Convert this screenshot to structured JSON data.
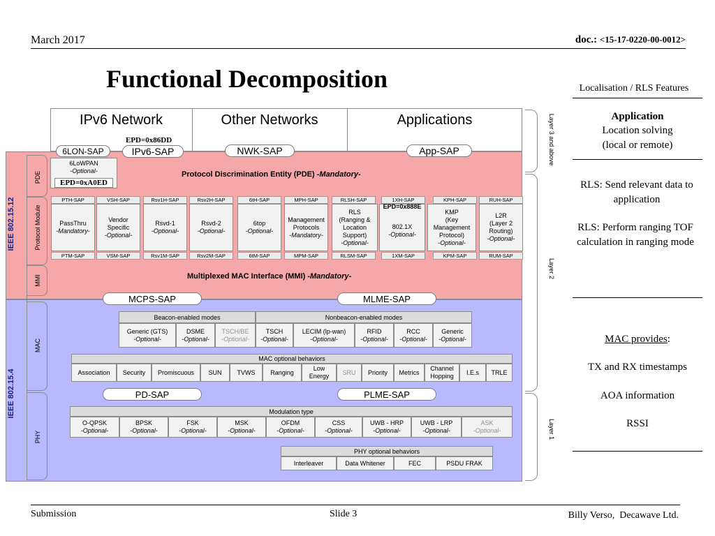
{
  "header": {
    "date": "March 2017",
    "doc_prefix": "doc.: ",
    "doc_number": "<15-17-0220-00-0012>"
  },
  "title": "Functional Decomposition",
  "footer": {
    "left": "Submission",
    "center": "Slide 3",
    "right": "Billy Verso,  Decawave Ltd."
  },
  "colors": {
    "upper_band": "#f6a7a7",
    "lower_band": "#b9b9ff",
    "cell": "#f2f2f2",
    "header_cell": "#dcdcdc"
  },
  "diagram": {
    "top_boxes": [
      "IPv6 Network",
      "Other Networks",
      "Applications"
    ],
    "epd_86dd": "EPD=0x86DD",
    "saps_top": {
      "lon": "6LON-SAP",
      "ipv6": "IPv6-SAP",
      "nwk": "NWK-SAP",
      "app": "App-SAP"
    },
    "sixlowpan": {
      "name": "6LoWPAN",
      "opt": "-Optional-"
    },
    "epd_a0ed": "EPD=0xA0ED",
    "pde": {
      "text": "Protocol Discrimination Entity (PDE) -",
      "mand": "Mandatory",
      "dash": "-"
    },
    "epd_888e": "EPD=0x888E",
    "upper_saps": [
      "PTH-SAP",
      "VSH-SAP",
      "Rsv1H-SAP",
      "Rsv2H-SAP",
      "6tH-SAP",
      "MPH-SAP",
      "RLSH-SAP",
      "1XH-SAP",
      "KPH-SAP",
      "RUH-SAP"
    ],
    "modules": [
      {
        "l1": "PassThru",
        "l2": "-Mandatory-"
      },
      {
        "l1": "Vendor",
        "l2": "Specific",
        "l3": "-Optional-"
      },
      {
        "l1": "Rsvd-1",
        "l2": "-Optional-"
      },
      {
        "l1": "Rsvd-2",
        "l2": "-Optional-"
      },
      {
        "l1": "6top",
        "l2": "-Optional-"
      },
      {
        "l1": "Management",
        "l2": "Protocols",
        "l3": "-Mandatory-"
      },
      {
        "l1": "RLS",
        "l2": "(Ranging &",
        "l3": "Location",
        "l4": "Support)",
        "l5": "-Optional-"
      },
      {
        "l1": "802.1X",
        "l2": "-Optional-"
      },
      {
        "l1": "KMP",
        "l2": "(Key",
        "l3": "Management",
        "l4": "Protocol)",
        "l5": "-Optional-"
      },
      {
        "l1": "L2R",
        "l2": "(Layer 2",
        "l3": "Routing)",
        "l4": "-Optional-"
      }
    ],
    "lower_saps": [
      "PTM-SAP",
      "VSM-SAP",
      "Rsv1M-SAP",
      "Rsv2M-SAP",
      "6tM-SAP",
      "MPM-SAP",
      "RLSM-SAP",
      "1XM-SAP",
      "KPM-SAP",
      "RUM-SAP"
    ],
    "mmi": {
      "text": "Multiplexed MAC Interface (MMI)  -",
      "mand": "Mandatory",
      "dash": "-"
    },
    "mcps": "MCPS-SAP",
    "mlme": "MLME-SAP",
    "beacon_hdr": "Beacon-enabled modes",
    "nonbeacon_hdr": "Nonbeacon-enabled modes",
    "mac_modes": [
      {
        "l1": "Generic (GTS)",
        "l2": "-Optional-"
      },
      {
        "l1": "DSME",
        "l2": "-Optional-"
      },
      {
        "l1": "TSCH/BE",
        "l2": "-Optional-"
      },
      {
        "l1": "TSCH",
        "l2": "-Optional-"
      },
      {
        "l1": "LECIM (lp-wan)",
        "l2": "-Optional-"
      },
      {
        "l1": "RFID",
        "l2": "-Optional-"
      },
      {
        "l1": "RCC",
        "l2": "-Optional-"
      },
      {
        "l1": "Generic",
        "l2": "-Optional-"
      }
    ],
    "mac_opt_hdr": "MAC optional behaviors",
    "mac_opts": [
      "Association",
      "Security",
      "Promiscuous",
      "SUN",
      "TVWS",
      "Ranging",
      "Low Energy",
      "SRU",
      "Priority",
      "Metrics",
      "Channel Hopping",
      "I.E.s",
      "TRLE"
    ],
    "pd_sap": "PD-SAP",
    "plme_sap": "PLME-SAP",
    "mod_hdr": "Modulation type",
    "modulations": [
      {
        "l1": "O-QPSK",
        "l2": "-Optional-"
      },
      {
        "l1": "BPSK",
        "l2": "-Optional-"
      },
      {
        "l1": "FSK",
        "l2": "-Optional-"
      },
      {
        "l1": "MSK",
        "l2": "-Optional-"
      },
      {
        "l1": "OFDM",
        "l2": "-Optional-"
      },
      {
        "l1": "CSS",
        "l2": "-Optional-"
      },
      {
        "l1": "UWB - HRP",
        "l2": "-Optional-"
      },
      {
        "l1": "UWB - LRP",
        "l2": "-Optional-"
      },
      {
        "l1": "ASK",
        "l2": "-Optional-"
      }
    ],
    "phy_opt_hdr": "PHY optional behaviors",
    "phy_opts": [
      "Interleaver",
      "Data Whitener",
      "FEC",
      "PSDU FRAK"
    ],
    "left_labels": {
      "pde": "PDE",
      "protocol_module": "Protocol Module",
      "mmi": "MMI",
      "mac": "MAC",
      "phy": "PHY",
      "ieee_upper": "IEEE 802.15.12",
      "ieee_lower": "IEEE 802.15.4"
    },
    "right_labels": {
      "layer3": "Layer 3 and above",
      "layer2": "Layer 2",
      "layer1": "Layer 1"
    }
  },
  "sidebar": {
    "title": "Localisation / RLS Features",
    "app_heading": "Application",
    "app_line1": "Location solving",
    "app_line2": "(local or remote)",
    "rls1": "RLS: Send relevant data to application",
    "rls2": "RLS: Perform ranging TOF calculation in ranging mode",
    "mac_label": "MAC provides",
    "mac_colon": ":",
    "tx_rx": "TX and RX timestamps",
    "aoa": "AOA information",
    "rssi": "RSSI"
  }
}
